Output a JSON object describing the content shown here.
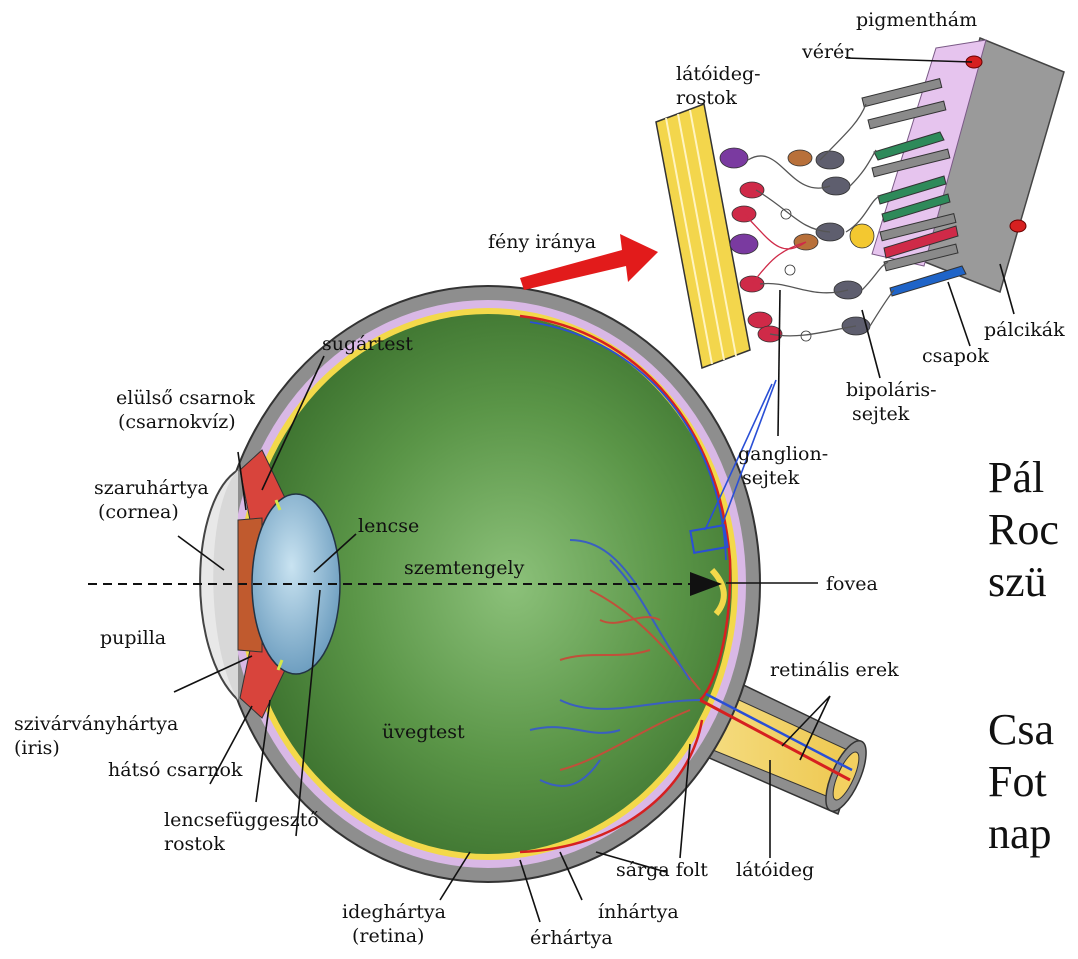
{
  "labels": {
    "pigmenthám": "pigmenthám",
    "vérér": "vérér",
    "látóideg_rostok_1": "látóideg-",
    "látóideg_rostok_2": "rostok",
    "fény_iránya": "fény iránya",
    "pálcikák": "pálcikák",
    "csapok": "csapok",
    "bipoláris_1": "bipoláris-",
    "bipoláris_2": "sejtek",
    "ganglion_1": "ganglion-",
    "ganglion_2": "sejtek",
    "sugártest": "sugártest",
    "elülső_1": "elülső csarnok",
    "elülső_2": "(csarnokvíz)",
    "szaru_1": "szaruhártya",
    "szaru_2": "(cornea)",
    "lencse": "lencse",
    "szemtengely": "szemtengely",
    "fovea": "fovea",
    "pupilla": "pupilla",
    "retinális": "retinális erek",
    "szivárvány_1": "szivárványhártya",
    "szivárvány_2": "(iris)",
    "üvegtest": "üvegtest",
    "hátsó": "hátsó csarnok",
    "lencsefügg_1": "lencsefüggesztő",
    "lencsefügg_2": "rostok",
    "sárga_folt": "sárga folt",
    "látóideg": "látóideg",
    "ínhártya": "ínhártya",
    "ideg_1": "ideghártya",
    "ideg_2": "(retina)",
    "érhártya": "érhártya"
  },
  "side_text": {
    "line1": "Pál",
    "line2": "Roc",
    "line3": "szü",
    "line4": "Csa",
    "line5": "Fot",
    "line6": "nap"
  },
  "colors": {
    "vitreous": "#4e8a3e",
    "sclera": "#8e8e8e",
    "choroid": "#d9b8e6",
    "retina_layer": "#f3d94a",
    "lens": "#7fb1d2",
    "iris": "#c05a2e",
    "ciliary": "#d8443c",
    "optic_nerve": "#f7d86a",
    "artery": "#d62020",
    "vein": "#2a4fd6",
    "arrow": "#e21b1b",
    "cone_green": "#2e8a5a",
    "cone_red": "#cf2a48",
    "cone_blue": "#1f64c8",
    "ganglion": "#7a3aa0",
    "amacrine": "#b8703a"
  }
}
